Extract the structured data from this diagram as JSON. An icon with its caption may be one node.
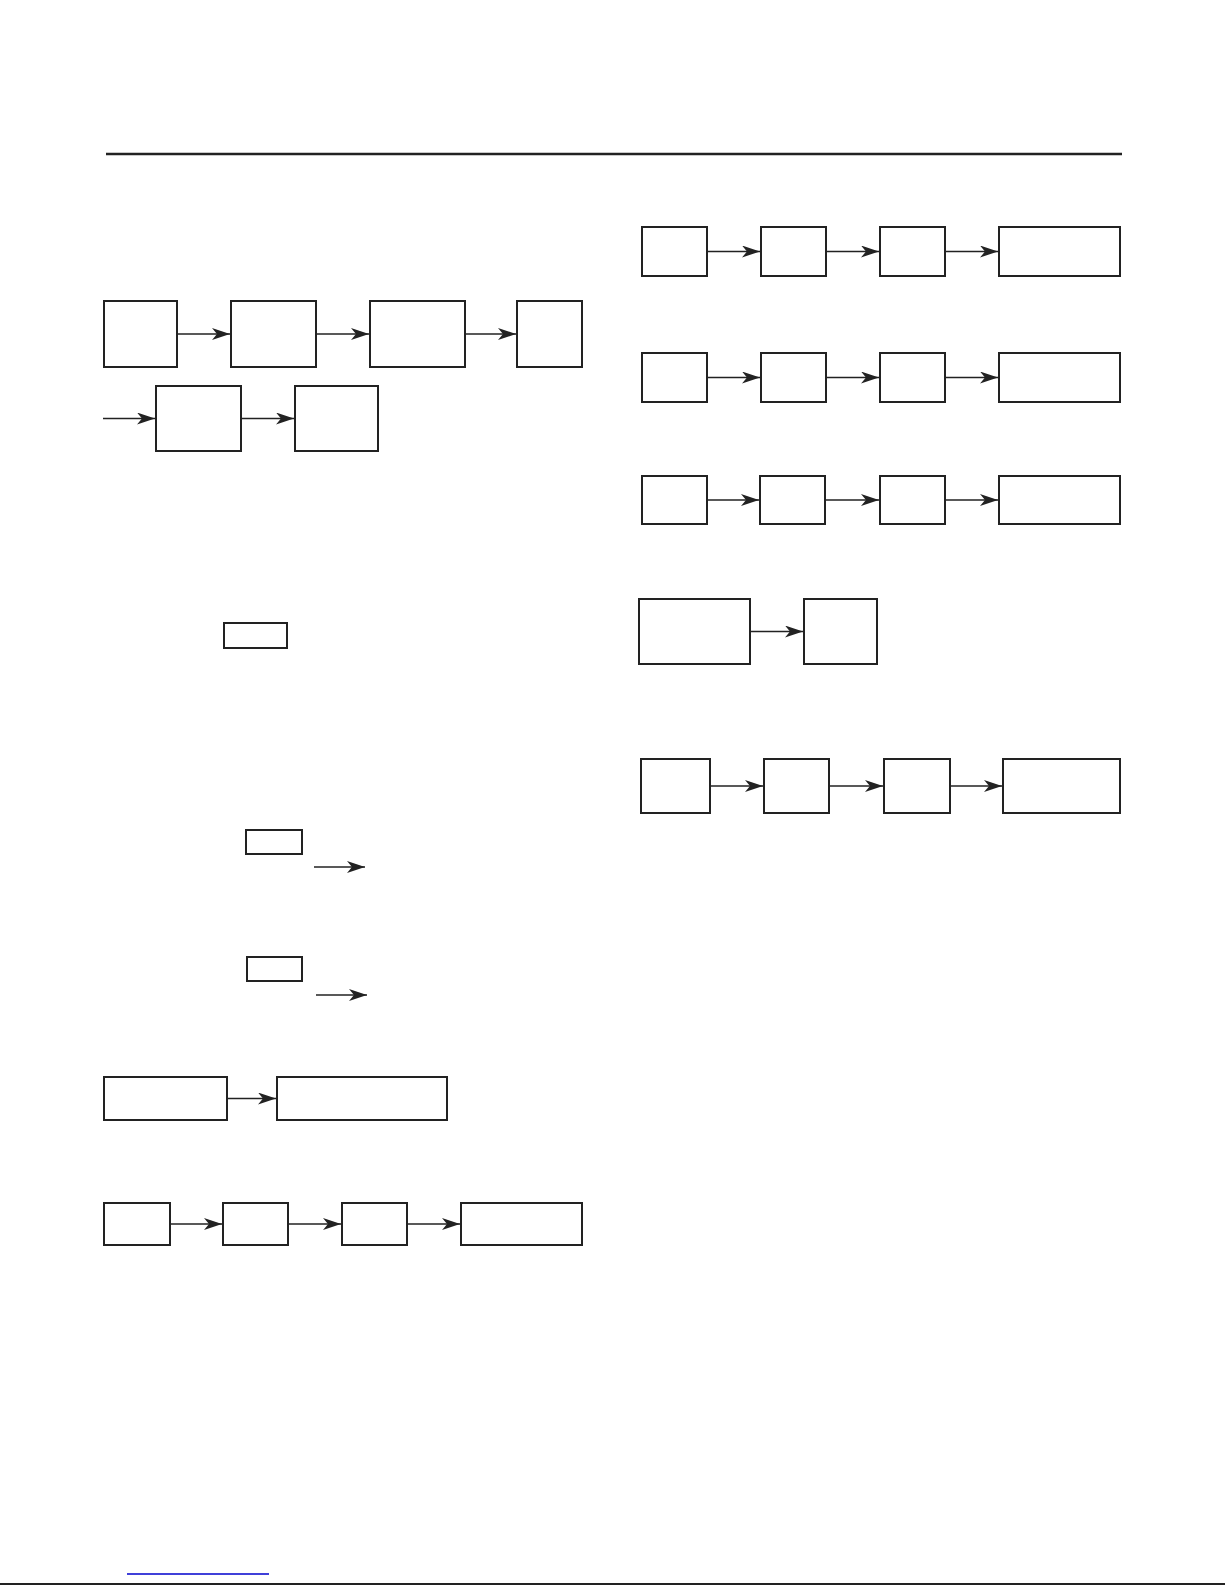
{
  "diagram": {
    "nodes": [
      {
        "text": [],
        "shape": "box"
      },
      {
        "text": [],
        "shape": "box"
      },
      {
        "text": [],
        "shape": "box"
      },
      {
        "text": [],
        "shape": "box"
      },
      {
        "text": [],
        "shape": "box"
      },
      {
        "text": [],
        "shape": "box"
      },
      {
        "text": [],
        "shape": "box"
      },
      {
        "text": [],
        "shape": "box"
      },
      {
        "text": [],
        "shape": "box"
      },
      {
        "text": [],
        "shape": "box"
      },
      {
        "text": [],
        "shape": "box"
      },
      {
        "text": [],
        "shape": "box"
      },
      {
        "text": [],
        "shape": "box"
      },
      {
        "text": [],
        "shape": "box"
      },
      {
        "text": [],
        "shape": "box"
      },
      {
        "text": [],
        "shape": "box"
      },
      {
        "text": [],
        "shape": "box"
      },
      {
        "text": [],
        "shape": "box"
      },
      {
        "text": [],
        "shape": "box"
      },
      {
        "text": [],
        "shape": "box"
      },
      {
        "text": [],
        "shape": "box"
      },
      {
        "text": [],
        "shape": "box"
      },
      {
        "text": [],
        "shape": "box"
      },
      {
        "text": [],
        "shape": "box"
      },
      {
        "text": [],
        "shape": "box"
      },
      {
        "text": [],
        "shape": "box"
      },
      {
        "text": [],
        "shape": "box"
      },
      {
        "text": [],
        "shape": "box"
      },
      {
        "text": [],
        "shape": "box"
      },
      {
        "text": [],
        "shape": "box"
      },
      {
        "text": [],
        "shape": "box"
      },
      {
        "text": [],
        "shape": "box"
      },
      {
        "text": [],
        "shape": "box"
      }
    ],
    "edges": [
      {
        "from": 0,
        "to": 1,
        "arrow": "to"
      },
      {
        "from": 1,
        "to": 2,
        "arrow": "to"
      },
      {
        "from": 2,
        "to": 3,
        "arrow": "to"
      },
      {
        "from": null,
        "to": 4,
        "arrow": "to"
      },
      {
        "from": 4,
        "to": 5,
        "arrow": "to"
      },
      {
        "from": 9,
        "to": 10,
        "arrow": "to"
      },
      {
        "from": 11,
        "to": 12,
        "arrow": "to"
      },
      {
        "from": 12,
        "to": 13,
        "arrow": "to"
      },
      {
        "from": 13,
        "to": 14,
        "arrow": "to"
      },
      {
        "from": 15,
        "to": 16,
        "arrow": "to"
      },
      {
        "from": 16,
        "to": 17,
        "arrow": "to"
      },
      {
        "from": 17,
        "to": 18,
        "arrow": "to"
      },
      {
        "from": 19,
        "to": 20,
        "arrow": "to"
      },
      {
        "from": 20,
        "to": 21,
        "arrow": "to"
      },
      {
        "from": 21,
        "to": 22,
        "arrow": "to"
      },
      {
        "from": 23,
        "to": 24,
        "arrow": "to"
      },
      {
        "from": 24,
        "to": 25,
        "arrow": "to"
      },
      {
        "from": 25,
        "to": 26,
        "arrow": "to"
      },
      {
        "from": 27,
        "to": 28,
        "arrow": "to"
      },
      {
        "from": 29,
        "to": 30,
        "arrow": "to"
      },
      {
        "from": 30,
        "to": 31,
        "arrow": "to"
      },
      {
        "from": 31,
        "to": 32,
        "arrow": "to"
      }
    ]
  }
}
